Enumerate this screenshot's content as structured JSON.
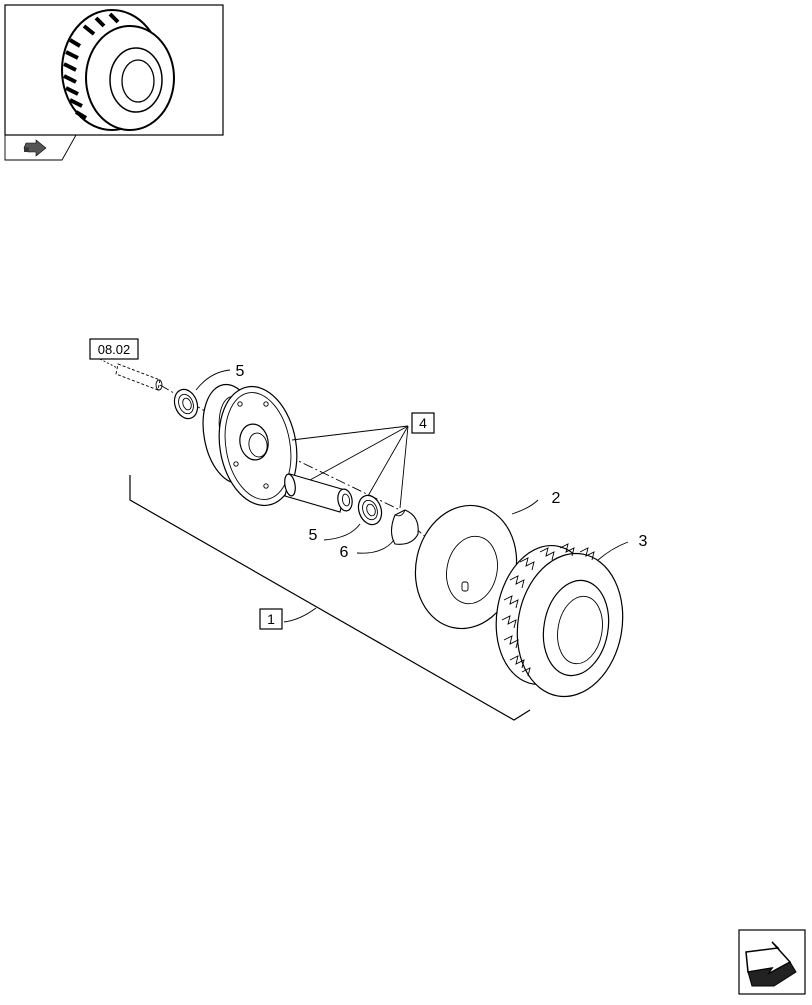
{
  "thumbnail": {
    "icon": "tire-thumbnail"
  },
  "nav": {
    "back_icon": "back-arrow-icon",
    "next_icon": "next-page-arrow-icon"
  },
  "references": {
    "group_ref": "08.02"
  },
  "callouts": {
    "assembly": "1",
    "inner_tube": "2",
    "tire": "3",
    "kit": "4",
    "bearing_top": "5",
    "bearing_bottom": "5",
    "cap": "6"
  }
}
